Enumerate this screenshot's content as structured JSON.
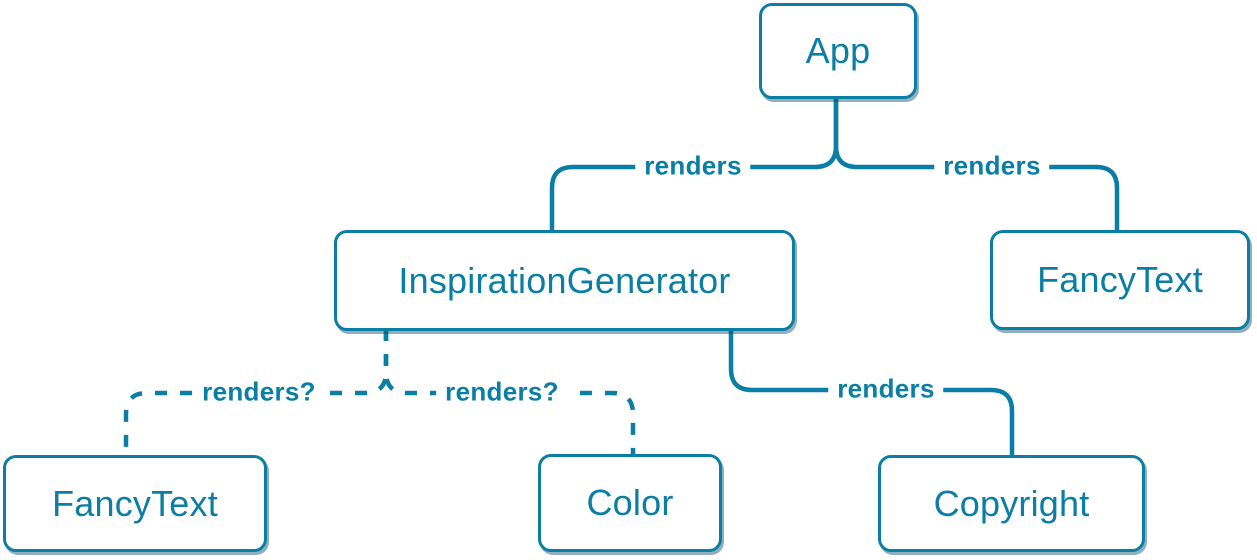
{
  "diagram": {
    "description": "component render tree",
    "nodes": [
      {
        "id": "app",
        "label": "App"
      },
      {
        "id": "inspiration-generator",
        "label": "InspirationGenerator"
      },
      {
        "id": "fancy-text-top",
        "label": "FancyText"
      },
      {
        "id": "fancy-text-bottom",
        "label": "FancyText"
      },
      {
        "id": "color",
        "label": "Color"
      },
      {
        "id": "copyright",
        "label": "Copyright"
      }
    ],
    "edges": [
      {
        "from": "app",
        "to": "inspiration-generator",
        "label": "renders",
        "style": "solid"
      },
      {
        "from": "app",
        "to": "fancy-text-top",
        "label": "renders",
        "style": "solid"
      },
      {
        "from": "inspiration-generator",
        "to": "fancy-text-bottom",
        "label": "renders?",
        "style": "dashed"
      },
      {
        "from": "inspiration-generator",
        "to": "color",
        "label": "renders?",
        "style": "dashed"
      },
      {
        "from": "inspiration-generator",
        "to": "copyright",
        "label": "renders",
        "style": "solid"
      }
    ],
    "colors": {
      "stroke": "#0a7ea4",
      "node_text": "#0a7ea4",
      "node_fill": "#ffffff",
      "background": "#ffffff",
      "shadow": "rgba(10,77,106,0.45)"
    }
  }
}
